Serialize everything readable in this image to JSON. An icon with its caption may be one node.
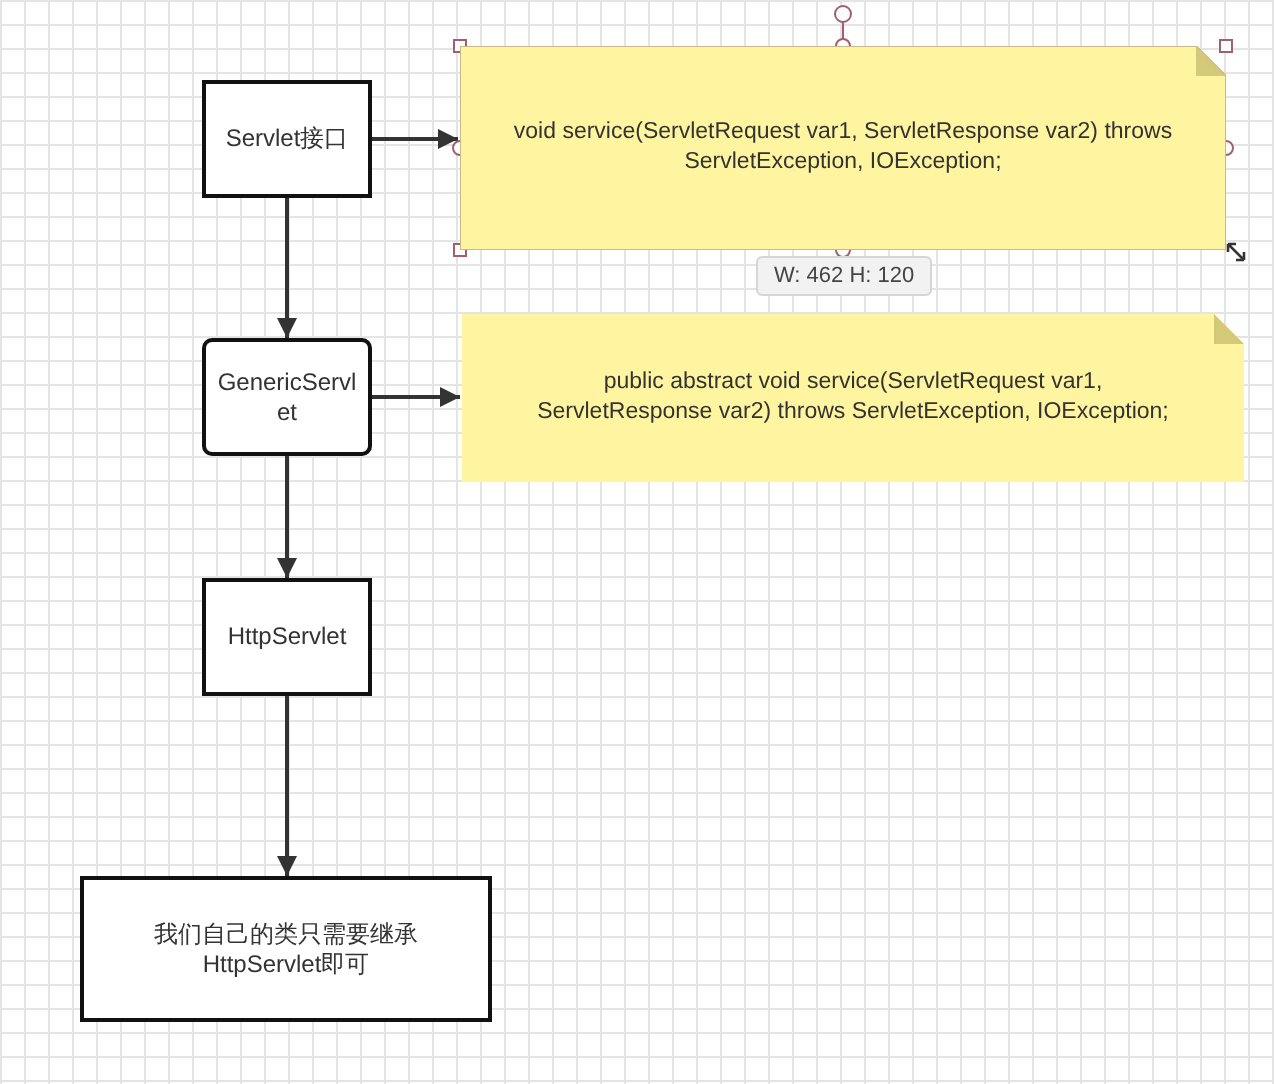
{
  "diagram": {
    "nodes": [
      {
        "text": [
          "Servlet接口"
        ]
      },
      {
        "text": [
          "void service(ServletRequest var1, ServletResponse var2) throws ServletException, IOException;"
        ]
      },
      {
        "text": [
          "GenericServlet"
        ]
      },
      {
        "text": [
          "public abstract void service(ServletRequest var1, ServletResponse var2) throws ServletException, IOException;"
        ]
      },
      {
        "text": [
          "HttpServlet"
        ]
      },
      {
        "text": [
          "我们自己的类只需要继承HttpServlet即可"
        ]
      }
    ],
    "edges": [
      {
        "from": 0,
        "to": 1,
        "arrow": "to"
      },
      {
        "from": 0,
        "to": 2,
        "arrow": "to"
      },
      {
        "from": 2,
        "to": 3,
        "arrow": "to"
      },
      {
        "from": 2,
        "to": 4,
        "arrow": "to"
      },
      {
        "from": 4,
        "to": 5,
        "arrow": "to"
      }
    ],
    "labels": [
      "W: 462 H: 120"
    ]
  }
}
